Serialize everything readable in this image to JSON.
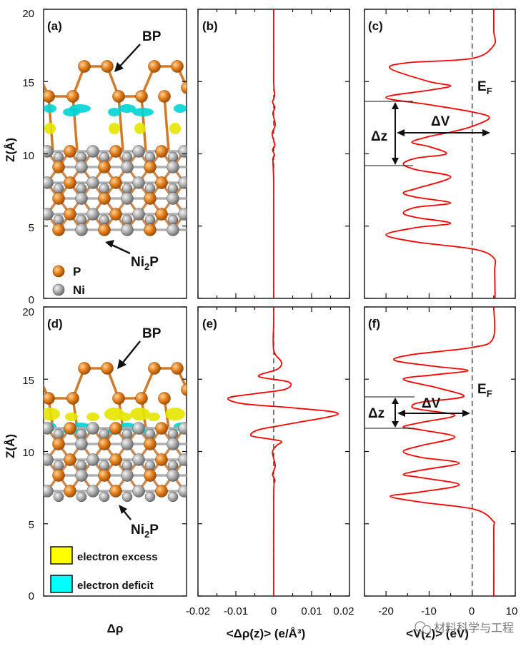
{
  "figure": {
    "watermark": "材料科学与工程",
    "watermark_icon": "wechat-icon"
  },
  "chart_data": [
    {
      "id": "a",
      "type": "other",
      "panel_label": "(a)",
      "ylabel": "Z(Å)",
      "xlabel": "",
      "ylim": [
        0,
        20
      ],
      "yticks": [
        "0",
        "5",
        "10",
        "15",
        "20"
      ],
      "annotations": [
        "BP",
        "Ni2P"
      ],
      "legend": [
        {
          "name": "P",
          "color": "#e07a14"
        },
        {
          "name": "Ni",
          "color": "#a9a9a9"
        }
      ]
    },
    {
      "id": "b",
      "type": "line",
      "panel_label": "(b)",
      "ylim": [
        0,
        20
      ],
      "xlim": [
        -0.02,
        0.02
      ],
      "series": [
        {
          "color": "#ff0000",
          "x": [
            0,
            0,
            0,
            -0.0002,
            0.0002,
            -0.0003,
            0.0003,
            -0.0004,
            0.0004,
            -0.0002,
            0.0003,
            -0.0003,
            0.0002,
            0,
            0,
            0,
            0
          ],
          "y": [
            0,
            4,
            8,
            9.6,
            9.9,
            10.3,
            10.6,
            11.4,
            12.0,
            12.8,
            13.2,
            13.6,
            14.0,
            15,
            17,
            19,
            20
          ]
        }
      ]
    },
    {
      "id": "c",
      "type": "line",
      "panel_label": "(c)",
      "ylim": [
        0,
        20
      ],
      "xlim": [
        -25,
        10
      ],
      "annotations": [
        "E",
        "F",
        "ΔV",
        "Δz"
      ],
      "series": [
        {
          "color": "#ff0000",
          "x": [
            5.3,
            5.2,
            5.0,
            0.5,
            -13,
            -20,
            -13,
            -5,
            -13,
            -16,
            -13,
            -5,
            -13,
            -16,
            -13,
            -5,
            -13,
            -16,
            -13,
            -6,
            -10,
            -14,
            -10,
            -5,
            0,
            4,
            0,
            -10,
            -20,
            -10,
            -5,
            -10,
            -19,
            -15,
            0,
            5,
            5,
            5
          ],
          "y": [
            0,
            1.9,
            2.8,
            3.4,
            3.9,
            4.4,
            4.9,
            5.2,
            5.6,
            5.9,
            6.3,
            6.6,
            7.0,
            7.3,
            7.6,
            8.4,
            8.9,
            9.3,
            9.7,
            10.0,
            10.5,
            10.8,
            11.2,
            11.5,
            11.9,
            12.5,
            12.9,
            13.4,
            13.9,
            14.4,
            14.7,
            15.0,
            15.9,
            16.3,
            16.6,
            17.5,
            18.5,
            20
          ]
        }
      ]
    },
    {
      "id": "d",
      "type": "other",
      "panel_label": "(d)",
      "ylabel": "Z(Å)",
      "xlabel": "Δρ",
      "ylim": [
        0,
        20
      ],
      "yticks": [
        "0",
        "5",
        "10",
        "15",
        "20"
      ],
      "annotations": [
        "BP",
        "Ni2P"
      ],
      "legend": [
        {
          "name": "electron excess",
          "color": "#ffff00"
        },
        {
          "name": "electron deficit",
          "color": "#00ffff"
        }
      ]
    },
    {
      "id": "e",
      "type": "line",
      "panel_label": "(e)",
      "ylim": [
        0,
        20
      ],
      "xlim": [
        -0.02,
        0.02
      ],
      "xlabel": "<Δρ(z)> (e/Å³)",
      "xticks": [
        "-0.02",
        "-0.01",
        "0",
        "0.01",
        "0.02"
      ],
      "series": [
        {
          "color": "#ff0000",
          "x": [
            0,
            0,
            0.0003,
            -0.0003,
            0.0004,
            0,
            -0.0003,
            0.0007,
            0.002,
            -0.002,
            -0.006,
            -0.004,
            0.004,
            0.017,
            0.006,
            -0.008,
            -0.012,
            -0.005,
            0.003,
            0.004,
            -0.004,
            0.001,
            0.002,
            0,
            0,
            0
          ],
          "y": [
            0,
            7.0,
            8.0,
            8.4,
            9.0,
            9.5,
            10.0,
            10.4,
            10.7,
            10.9,
            11.1,
            11.5,
            11.9,
            12.6,
            13.0,
            13.3,
            13.7,
            14.0,
            14.3,
            14.8,
            15.2,
            15.7,
            16.2,
            17,
            19,
            20
          ]
        }
      ]
    },
    {
      "id": "f",
      "type": "line",
      "panel_label": "(f)",
      "ylim": [
        0,
        20
      ],
      "xlim": [
        -25,
        10
      ],
      "xlabel": "<V(z)> (eV)",
      "xticks": [
        "-20",
        "-10",
        "0",
        "10"
      ],
      "annotations": [
        "E",
        "F",
        "ΔV",
        "Δz"
      ],
      "series": [
        {
          "color": "#ff0000",
          "x": [
            5.0,
            5.0,
            4.8,
            0.5,
            -12,
            -19,
            -12,
            -3,
            -12,
            -16,
            -12,
            -3,
            -12,
            -16,
            -12,
            -4,
            -12,
            -16,
            -12,
            -4,
            -12,
            -14,
            -12,
            -2,
            -8,
            -16,
            -9,
            -1,
            -9,
            -18,
            -14,
            0,
            4.8,
            5
          ],
          "y": [
            0,
            4.5,
            5.2,
            6.0,
            6.5,
            6.9,
            7.2,
            7.7,
            8.2,
            8.4,
            8.7,
            9.2,
            9.6,
            10.0,
            10.4,
            11.0,
            11.5,
            11.7,
            12.0,
            12.5,
            12.9,
            13.1,
            13.4,
            13.8,
            14.4,
            15.0,
            15.3,
            15.6,
            15.9,
            16.3,
            16.7,
            17.2,
            17.8,
            20
          ]
        }
      ]
    }
  ]
}
